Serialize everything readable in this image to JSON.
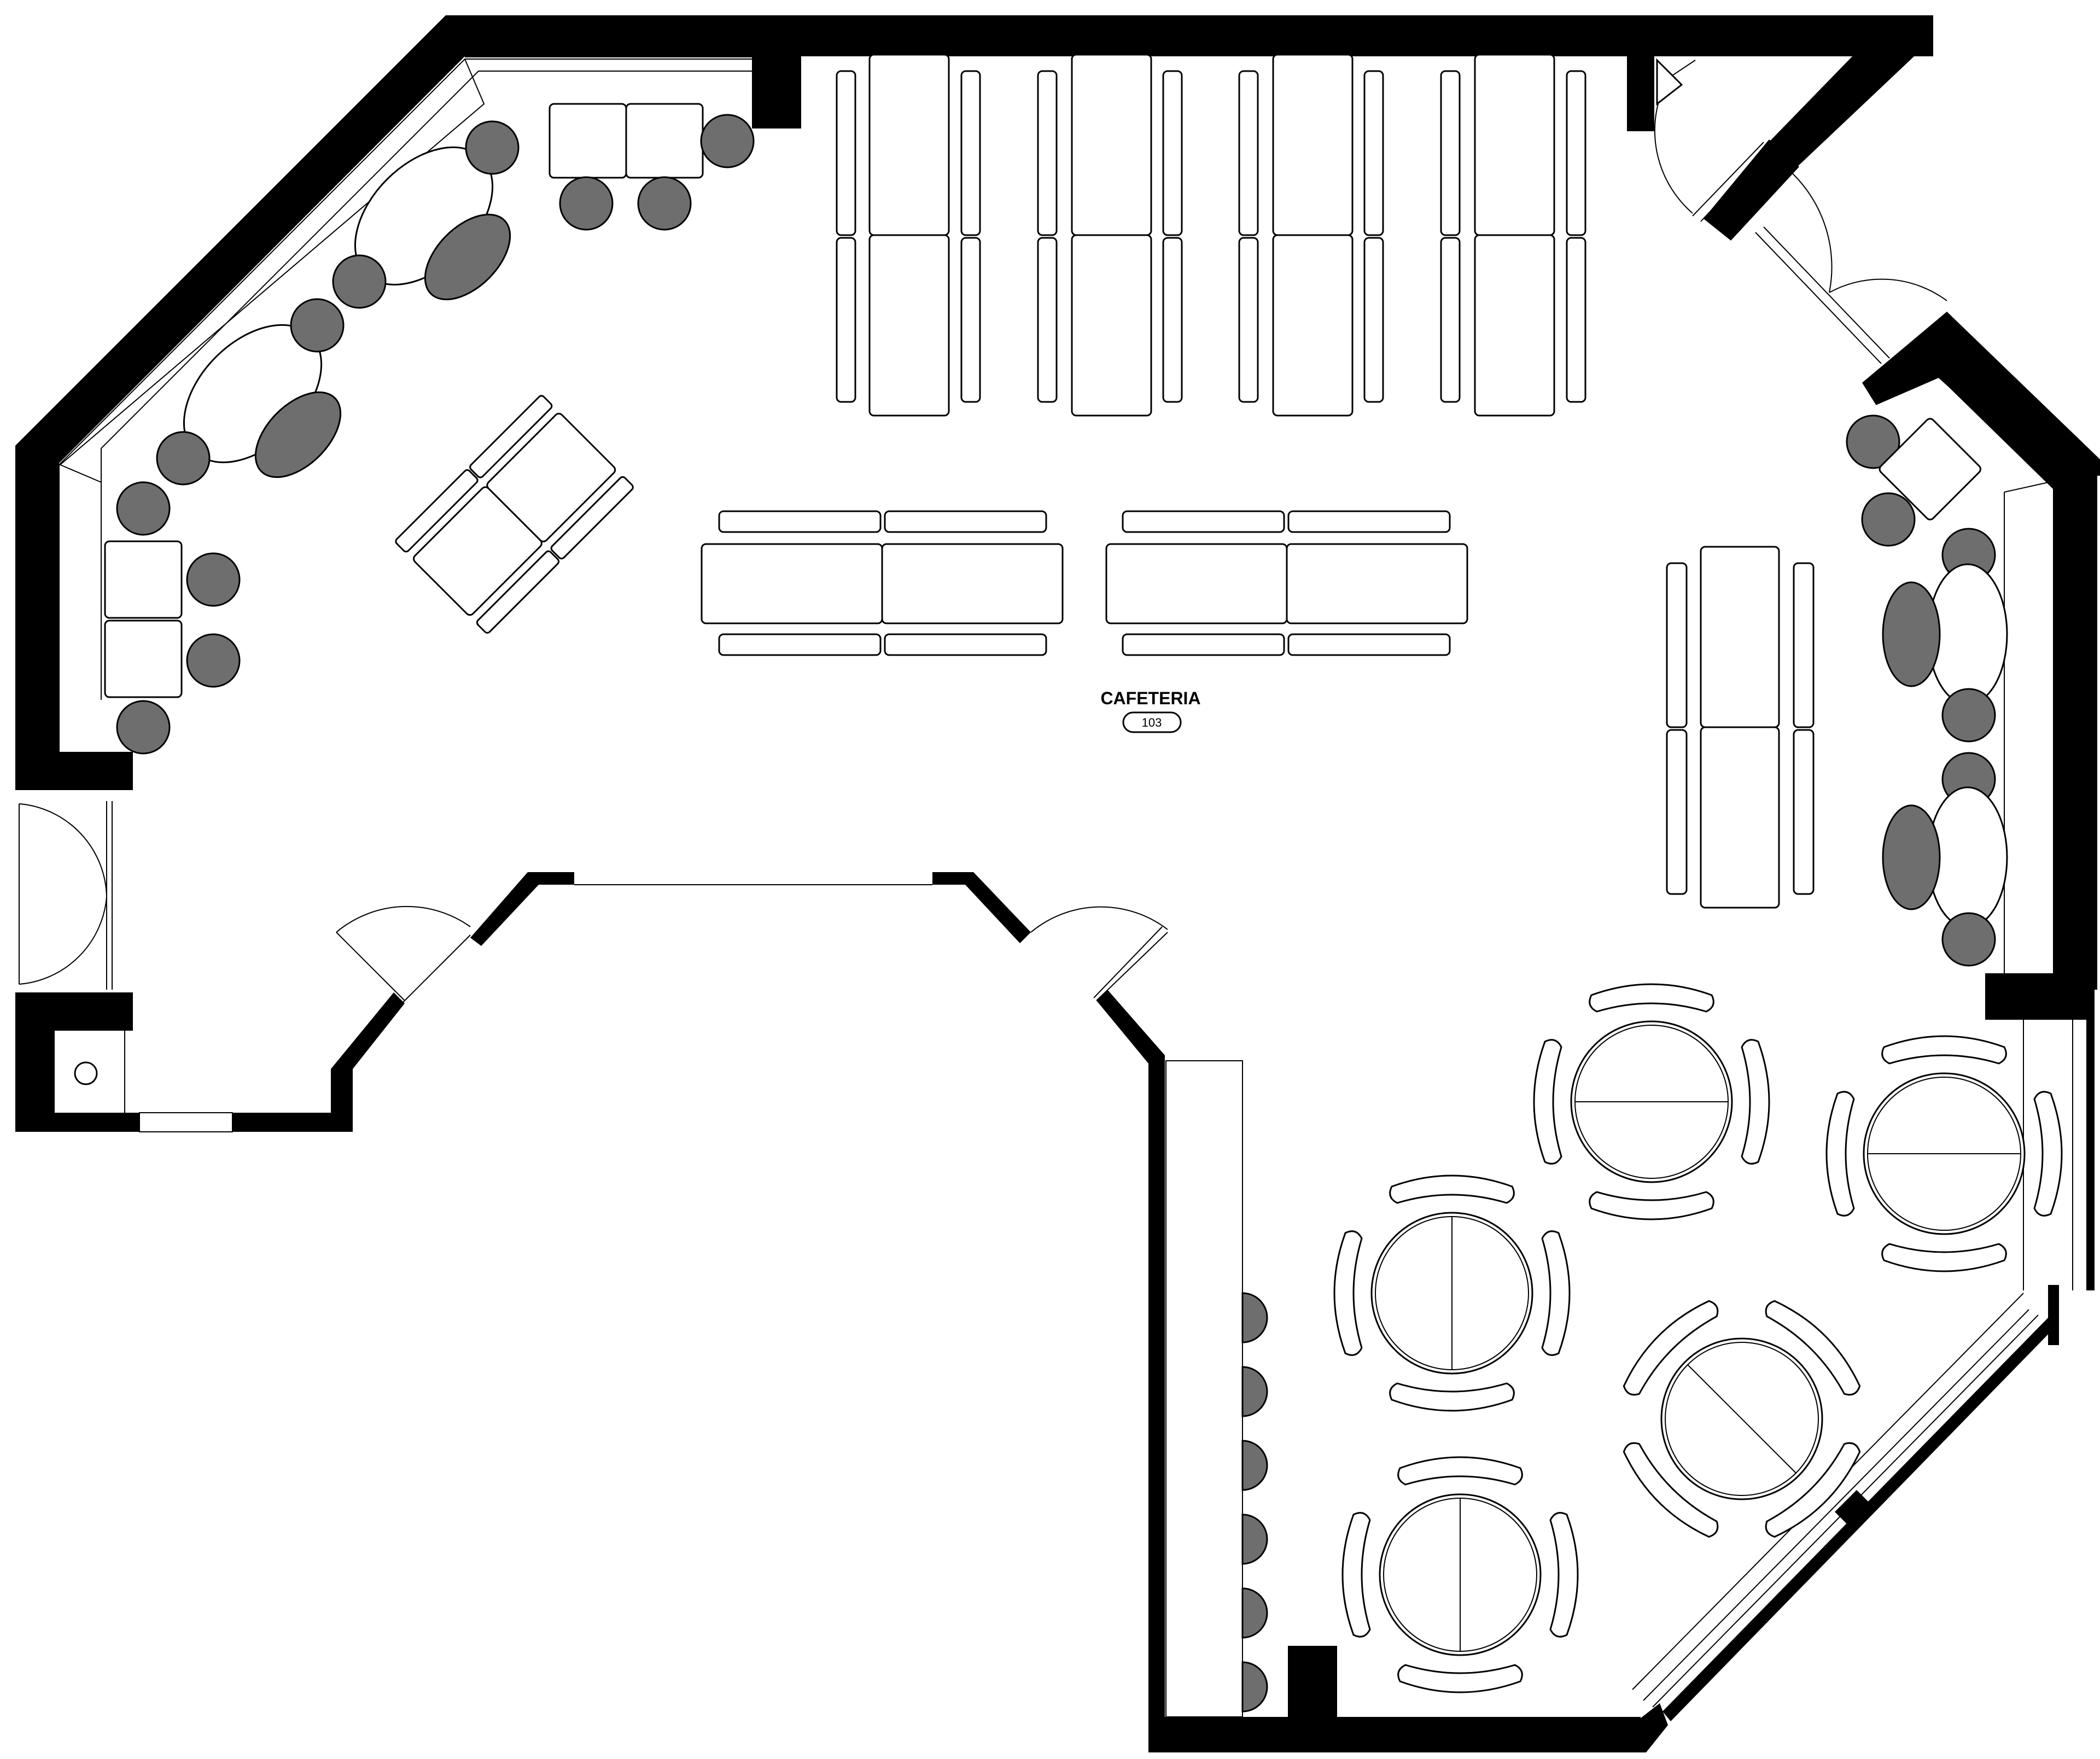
{
  "room": {
    "name": "CAFETERIA",
    "number": "103"
  },
  "colors": {
    "wall": "#000000",
    "seat": "#6e6e6e",
    "background": "#ffffff"
  },
  "icons": {
    "floor_drain": "circle-outline"
  }
}
